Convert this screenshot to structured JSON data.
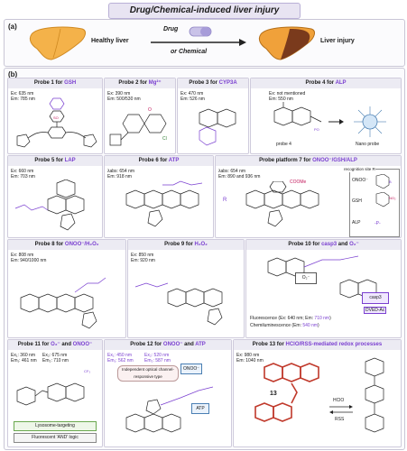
{
  "title": "Drug/Chemical-induced liver injury",
  "panel_a": {
    "label": "(a)",
    "healthy": "Healthy liver",
    "drug": "Drug",
    "or_chemical": "or Chemical",
    "injury": "Liver injury"
  },
  "panel_b": {
    "label": "(b)",
    "probes": [
      {
        "name": "Probe 1 for ",
        "target": "GSH",
        "ex": "Ex: 635 nm",
        "em": "Em: 785 nm"
      },
      {
        "name": "Probe 2 for ",
        "target": "Mg²⁺",
        "ex": "Ex: 390 nm",
        "em": "Em: 500/530 nm"
      },
      {
        "name": "Probe 3 for ",
        "target": "CYP3A",
        "ex": "Ex: 470 nm",
        "em": "Em: 526 nm"
      },
      {
        "name": "Probe 4 for ",
        "target": "ALP",
        "ex": "Ex: not mentioned",
        "em": "Em: 550 nm",
        "sub1": "probe 4",
        "sub2": "Nano probe"
      },
      {
        "name": "Probe 5 for ",
        "target": "LAP",
        "ex": "Ex: 660 nm",
        "em": "Em: 703 nm"
      },
      {
        "name": "Probe 6 for ",
        "target": "ATP",
        "ex": "λabs: 654 nm",
        "em": "Em: 918 nm"
      },
      {
        "name": "Probe platform 7 for ",
        "target": "ONOO⁻/GSH/ALP",
        "ex": "λabs: 654 nm",
        "em": "Em: 890 and 936 nm",
        "site": "recognition site R",
        "r1": "ONOO⁻",
        "r2": "GSH",
        "r3": "ALP",
        "r0": "COOMe"
      },
      {
        "name": "Probe 8 for ",
        "target": "ONOO⁻/H₂O₂",
        "ex": "Ex: 808 nm",
        "em": "Em: 940/1000 nm"
      },
      {
        "name": "Probe 9 for ",
        "target": "H₂O₂",
        "ex": "Ex: 850 nm",
        "em": "Em: 920 nm"
      },
      {
        "name": "Probe 10 for ",
        "target": "casp3",
        "and": " and ",
        "target2": "O₂⁻",
        "o2box": "O₂⁻",
        "casp3box": "casp3",
        "fl": "Fluorescence (Ex: 640 nm; Em: ",
        "fl_hl": "710 nm",
        "fl_end": ")",
        "cl": "Chemiluminescence (Em: ",
        "cl_hl": "540 nm",
        "cl_end": ")",
        "dved": "DVED-Ac"
      },
      {
        "name": "Probe 11 for ",
        "target": "O₂⁻",
        "and": " and ",
        "target2": "ONOO⁻",
        "ex1": "Ex₁: 360 nm",
        "em1": "Em₁: 461 nm",
        "ex2": "Ex₂: 675 nm",
        "em2": "Em₂: 710 nm",
        "lyso": "Lysosome-targeting",
        "logic": "Fluorescent 'AND' logic"
      },
      {
        "name": "Probe 12 for ",
        "target": "ONOO⁻",
        "and": " and ",
        "target2": "ATP",
        "ex1": "Ex₁: 450 nm",
        "em1": "Em₁: 562 nm",
        "ex2": "Ex₂: 520 nm",
        "em2": "Em₂: 587 nm",
        "indep": "Independent optical channel-responsive type",
        "box1": "ONOO⁻",
        "box2": "ATP"
      },
      {
        "name": "Probe 13 for ",
        "target": "HClO/RSS-mediated redox processes",
        "ex": "Ex: 980 nm",
        "em": "Em: 1040 nm",
        "num": "13",
        "hclo": "HClO",
        "rss": "RSS"
      }
    ]
  }
}
